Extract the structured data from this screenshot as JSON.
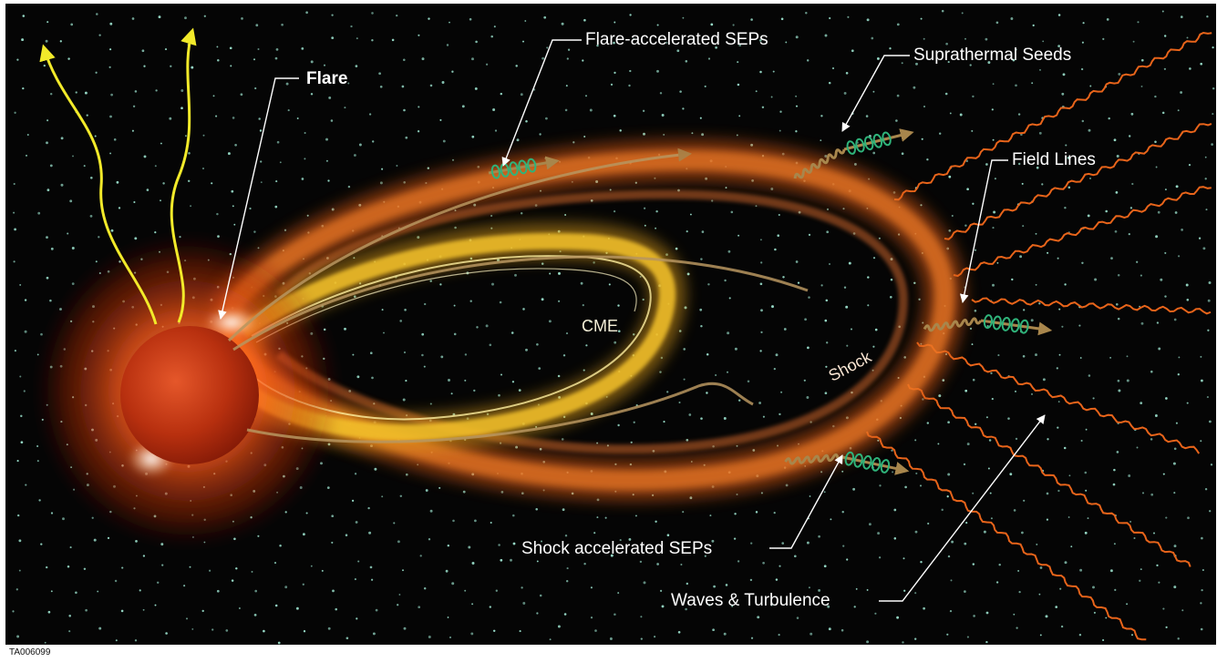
{
  "labels": {
    "flare": "Flare",
    "flare_seps": "Flare-accelerated SEPs",
    "suprathermal": "Suprathermal Seeds",
    "field_lines": "Field Lines",
    "cme": "CME",
    "shock": "Shock",
    "shock_seps": "Shock accelerated SEPs",
    "waves": "Waves & Turbulence"
  },
  "figure_id": "TA006099",
  "colors": {
    "background": "#050505",
    "stars": "#9fe6d2",
    "sun_core": "#b8300f",
    "corona": "#ff5a1a",
    "cme": "#f3c12a",
    "shock": "#e06a1e",
    "field_lines": "#e8641a",
    "open_field_lines": "#f2ea2a",
    "particle_helix": "#2fb37a",
    "particle_trail": "#a8864c",
    "label_text": "#ffffff"
  },
  "icons": [
    "sun-icon",
    "helix-particle-icon",
    "arrow-icon"
  ]
}
